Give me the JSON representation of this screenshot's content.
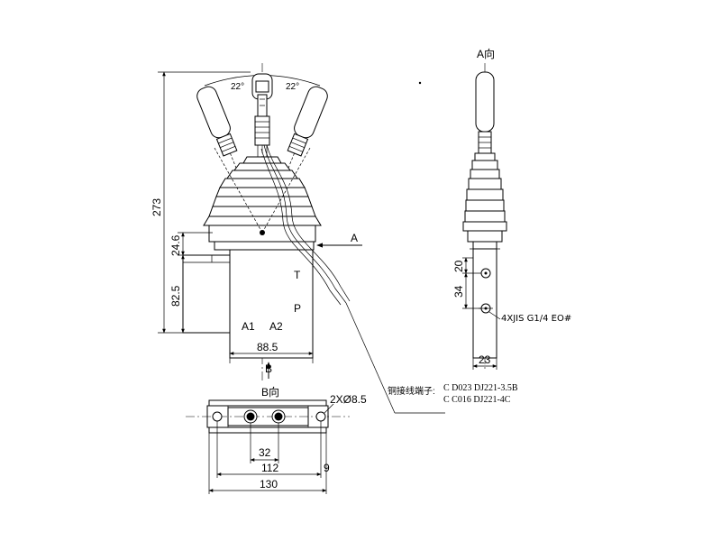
{
  "front_view": {
    "angle_left": "22°",
    "angle_right": "22°",
    "dim_total_height": "273",
    "dim_flange_height": "24.6",
    "dim_body_height": "82.5",
    "dim_body_width": "88.5",
    "port_t": "T",
    "port_p": "P",
    "port_a1": "A1",
    "port_a2": "A2",
    "section_mark_a": "A",
    "section_mark_b": "B"
  },
  "side_view": {
    "title": "A向",
    "dim_20": "20",
    "dim_34": "34",
    "dim_width": "23",
    "port_callout": "4XJIS G1/4 EO#"
  },
  "bottom_view": {
    "title": "B向",
    "dim_holes": "2XØ8.5",
    "dim_32": "32",
    "dim_112": "112",
    "dim_130": "130",
    "dim_9": "9"
  },
  "terminal_note": {
    "label": "铜接线端子:",
    "line1": "C D023 DJ221-3.5B",
    "line2": "C C016 DJ221-4C"
  }
}
